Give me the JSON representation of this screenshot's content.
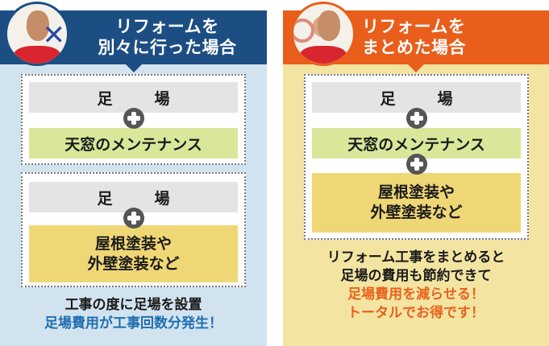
{
  "left_panel": {
    "title_line1": "リフォームを",
    "title_line2": "別々に行った場合",
    "mark": "cross-mark",
    "colors": {
      "header": "#1c4e84",
      "background": "#d2e3f0",
      "caption_accent": "#1f6eb0"
    },
    "box1": {
      "top_label_a": "足",
      "top_label_b": "場",
      "bottom_label": "天窓のメンテナンス"
    },
    "box2": {
      "top_label_a": "足",
      "top_label_b": "場",
      "bottom_line1": "屋根塗装や",
      "bottom_line2": "外壁塗装など"
    },
    "caption_line1": "工事の度に足場を設置",
    "caption_line2": "足場費用が工事回数分発生！"
  },
  "right_panel": {
    "title_line1": "リフォームを",
    "title_line2": "まとめた場合",
    "mark": "circle-mark",
    "colors": {
      "header": "#e85e1a",
      "background": "#f3e4a2",
      "caption_accent": "#e8621c"
    },
    "box": {
      "item1_a": "足",
      "item1_b": "場",
      "item2": "天窓のメンテナンス",
      "item3_line1": "屋根塗装や",
      "item3_line2": "外壁塗装など"
    },
    "caption_line1": "リフォーム工事をまとめると",
    "caption_line2": "足場の費用も節約できて",
    "caption_line3": "足場費用を減らせる！",
    "caption_line4": "トータルでお得です！"
  },
  "shared_colors": {
    "gray_bar": "#e4e4e4",
    "green_bar": "#d9e79a",
    "yellow_bar": "#f0d776",
    "plus_icon": "#555555"
  }
}
